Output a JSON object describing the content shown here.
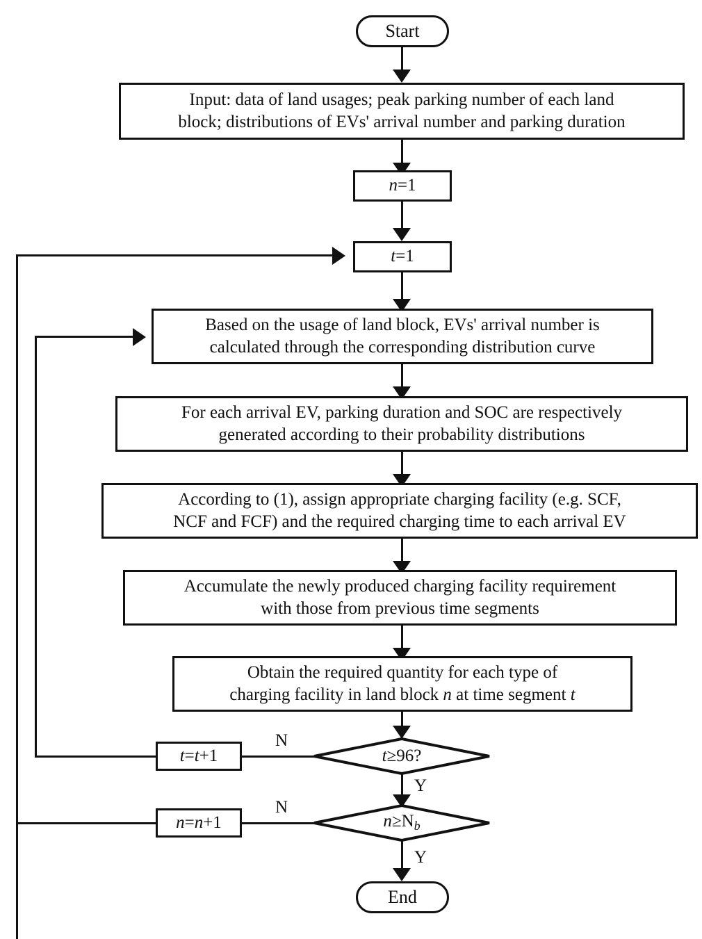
{
  "diagram": {
    "title": "EV charging facility requirement simulation flowchart",
    "type": "flowchart",
    "stroke_color": "#111111",
    "background_color": "#ffffff"
  },
  "nodes": {
    "start": {
      "label": "Start",
      "shape": "terminator"
    },
    "input": {
      "line1": "Input: data of land usages; peak parking number of each land",
      "line2": "block; distributions of EVs' arrival number and parking duration",
      "shape": "process"
    },
    "init_n": {
      "var": "n",
      "rest": "=1",
      "shape": "process"
    },
    "init_t": {
      "var": "t",
      "rest": "=1",
      "shape": "process"
    },
    "arrival": {
      "line1": "Based on the usage of land block, EVs' arrival number is",
      "line2": "calculated through the corresponding distribution curve",
      "shape": "process"
    },
    "duration_soc": {
      "line1": "For each arrival EV, parking duration and SOC are respectively",
      "line2": "generated according to their probability distributions",
      "shape": "process"
    },
    "assign": {
      "line1": "According to (1), assign appropriate charging facility (e.g. SCF,",
      "line2": "NCF and FCF) and the required charging time to each arrival EV",
      "shape": "process"
    },
    "accumulate": {
      "line1": "Accumulate the newly produced charging facility requirement",
      "line2": "with those from previous time segments",
      "shape": "process"
    },
    "obtain": {
      "line1_a": "Obtain the required quantity for each type of",
      "line2_a": "charging facility in land block ",
      "line2_var1": "n",
      "line2_b": " at time segment ",
      "line2_var2": "t",
      "shape": "process"
    },
    "decision_t": {
      "var": "t",
      "rest": "≥96?",
      "shape": "decision"
    },
    "decision_n": {
      "var": "n",
      "rest": "≥N",
      "subscript": "b",
      "shape": "decision"
    },
    "inc_t": {
      "var1": "t",
      "eq": "=",
      "var2": "t",
      "rest": "+1",
      "shape": "process"
    },
    "inc_n": {
      "var1": "n",
      "eq": "=",
      "var2": "n",
      "rest": "+1",
      "shape": "process"
    },
    "end": {
      "label": "End",
      "shape": "terminator"
    }
  },
  "edge_labels": {
    "t_no": "N",
    "t_yes": "Y",
    "n_no": "N",
    "n_yes": "Y"
  }
}
